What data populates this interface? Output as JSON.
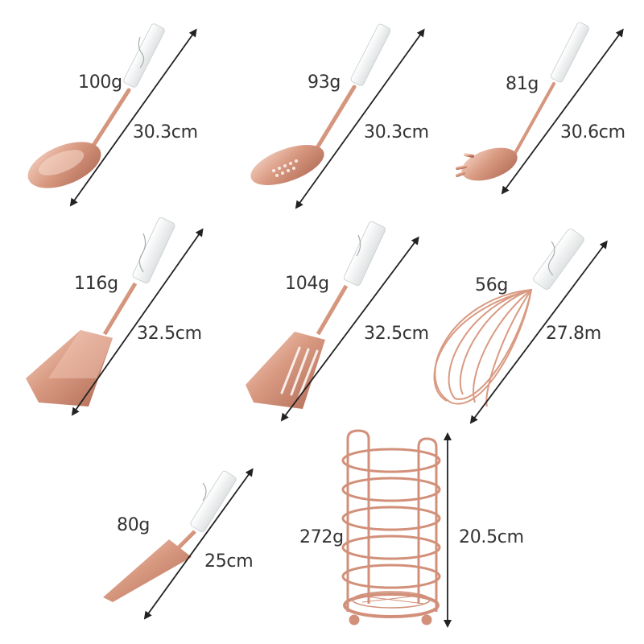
{
  "colors": {
    "rose_gold": "#d99a82",
    "rose_gold_dark": "#b86e58",
    "rose_gold_light": "#f3cdbd",
    "marble": "#eef0f0",
    "marble_vein": "#9aa0a4",
    "arrow": "#222222",
    "text": "#333333"
  },
  "items": [
    {
      "weight": "100g",
      "length": "30.3cm"
    },
    {
      "weight": "93g",
      "length": "30.3cm"
    },
    {
      "weight": "81g",
      "length": "30.6cm"
    },
    {
      "weight": "116g",
      "length": "32.5cm"
    },
    {
      "weight": "104g",
      "length": "32.5cm"
    },
    {
      "weight": "56g",
      "length": "27.8m"
    },
    {
      "weight": "80g",
      "length": "25cm"
    },
    {
      "weight": "272g",
      "length": "20.5cm"
    }
  ]
}
